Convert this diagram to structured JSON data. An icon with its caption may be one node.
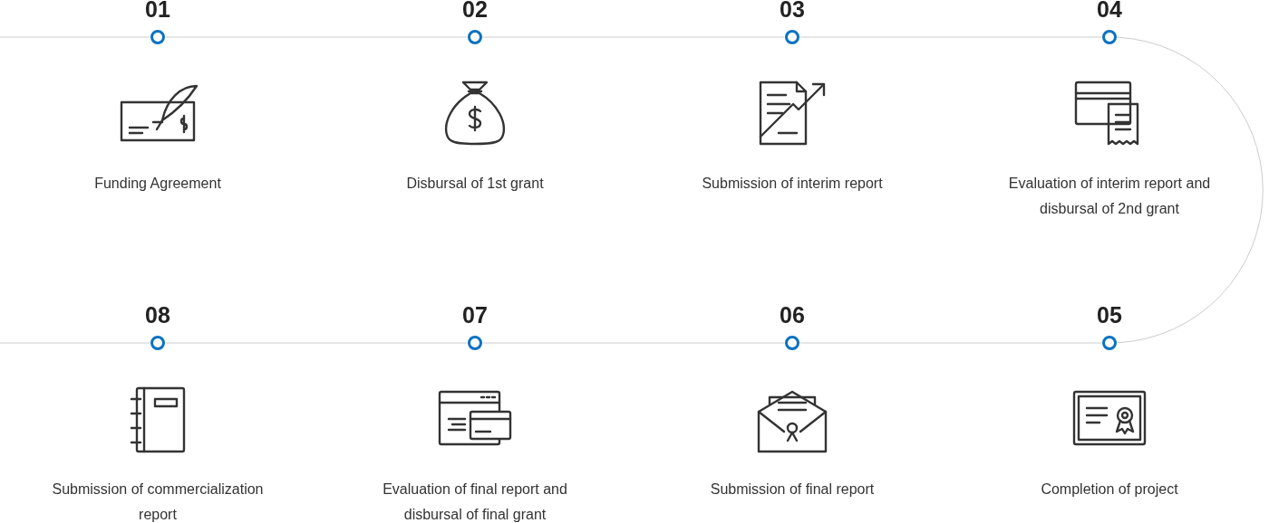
{
  "diagram": {
    "nodes": [
      {
        "text": [],
        "shape": "circle",
        "beside": [
          "01"
        ]
      },
      {
        "text": [],
        "shape": "circle",
        "beside": [
          "02"
        ]
      },
      {
        "text": [],
        "shape": "circle",
        "beside": [
          "03"
        ]
      },
      {
        "text": [],
        "shape": "circle",
        "beside": [
          "04"
        ]
      },
      {
        "text": [],
        "shape": "circle",
        "beside": [
          "08"
        ]
      },
      {
        "text": [],
        "shape": "circle",
        "beside": [
          "07"
        ]
      },
      {
        "text": [],
        "shape": "circle",
        "beside": [
          "06"
        ]
      },
      {
        "text": [],
        "shape": "circle",
        "beside": [
          "05"
        ]
      }
    ],
    "edges": [
      {
        "from": null,
        "to": 0,
        "arrow": "none"
      },
      {
        "from": 0,
        "to": 1,
        "arrow": "none"
      },
      {
        "from": 1,
        "to": 2,
        "arrow": "none"
      },
      {
        "from": 2,
        "to": 3,
        "arrow": "none"
      },
      {
        "from": 3,
        "to": 7,
        "arrow": "none"
      },
      {
        "from": 7,
        "to": 6,
        "arrow": "none"
      },
      {
        "from": 6,
        "to": 5,
        "arrow": "none"
      },
      {
        "from": 5,
        "to": 4,
        "arrow": "none"
      },
      {
        "from": 4,
        "to": null,
        "arrow": "none"
      }
    ],
    "labels": [
      "Funding Agreement",
      "Disbursal of 1st grant",
      "Submission of interim report",
      "Evaluation of interim report and disbursal of 2nd grant",
      "Submission of commercialization report",
      "Evaluation of final report and disbursal of final grant",
      "Submission of final report",
      "Completion of project"
    ]
  }
}
